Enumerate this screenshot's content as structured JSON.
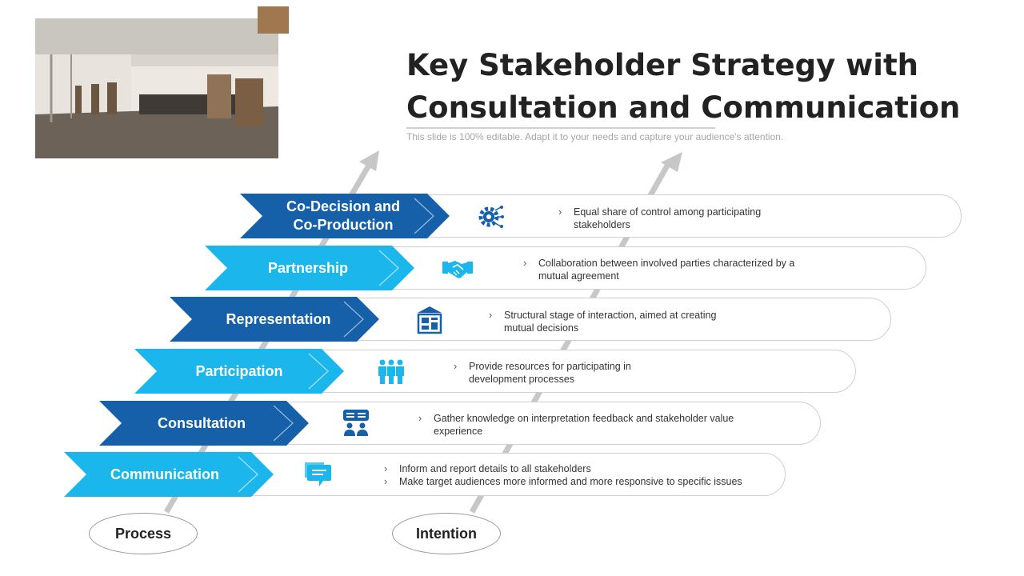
{
  "header": {
    "title_line1": "Key Stakeholder Strategy with",
    "title_line2": "Consultation and Communication",
    "subtitle": "This slide is 100% editable. Adapt it to your needs and capture your audience's attention."
  },
  "colors": {
    "dark_blue": "#1560a8",
    "light_blue": "#1ab6ec",
    "arrow_gray": "#c7c7c7",
    "photo_accent": "#a0784f"
  },
  "stages": [
    {
      "label_line1": "Co-Decision and",
      "label_line2": "Co-Production",
      "shade": "dark",
      "icon": "gear-network-icon",
      "bullets": [
        "Equal share of control among participating stakeholders"
      ]
    },
    {
      "label_line1": "Partnership",
      "label_line2": "",
      "shade": "light",
      "icon": "handshake-icon",
      "bullets": [
        "Collaboration between involved  parties characterized by a mutual agreement"
      ]
    },
    {
      "label_line1": "Representation",
      "label_line2": "",
      "shade": "dark",
      "icon": "presentation-board-icon",
      "bullets": [
        "Structural stage of interaction, aimed at creating mutual decisions"
      ]
    },
    {
      "label_line1": "Participation",
      "label_line2": "",
      "shade": "light",
      "icon": "group-people-icon",
      "bullets": [
        "Provide resources for participating in development  processes"
      ]
    },
    {
      "label_line1": "Consultation",
      "label_line2": "",
      "shade": "dark",
      "icon": "meeting-chat-icon",
      "bullets": [
        "Gather knowledge on interpretation feedback and stakeholder value experience"
      ]
    },
    {
      "label_line1": "Communication",
      "label_line2": "",
      "shade": "light",
      "icon": "chat-bubbles-icon",
      "bullets": [
        "Inform and report details to all stakeholders",
        "Make target audiences more informed and more responsive to specific issues"
      ]
    }
  ],
  "axes": {
    "left_label": "Process",
    "right_label": "Intention"
  },
  "bullet_mark": "›"
}
